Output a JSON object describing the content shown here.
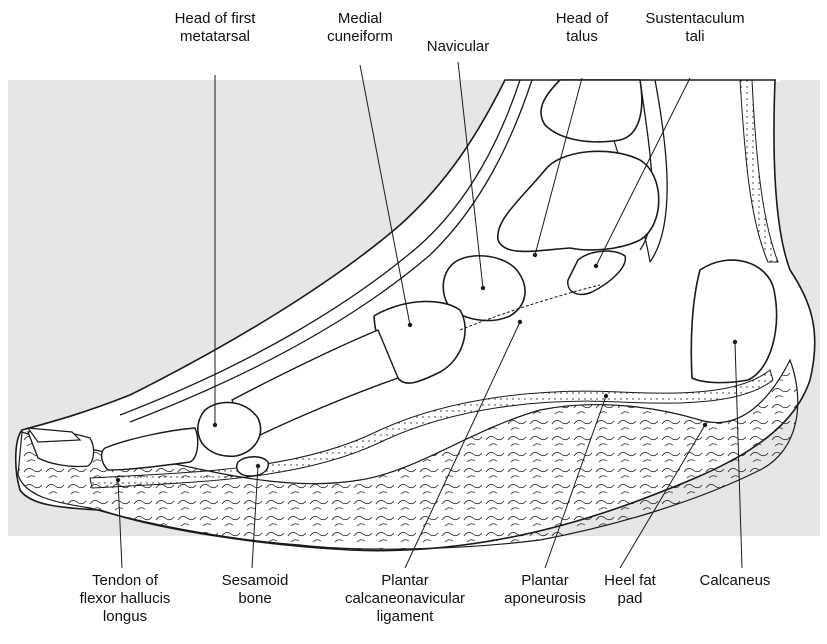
{
  "colors": {
    "background_panel": "#e6e6e6",
    "outline": "#1a1a1a",
    "leader_line": "#1a1a1a",
    "label_text": "#111111"
  },
  "labels": {
    "head_first_metatarsal": "Head of first\nmetatarsal",
    "medial_cuneiform": "Medial\ncuneiform",
    "navicular": "Navicular",
    "head_of_talus": "Head of\ntalus",
    "sustentaculum_tali": "Sustentaculum\ntali",
    "tendon_fhl": "Tendon of\nflexor hallucis\nlongus",
    "sesamoid_bone": "Sesamoid\nbone",
    "plantar_calcaneonavicular": "Plantar\ncalcaneonavicular\nligament",
    "plantar_aponeurosis": "Plantar\naponeurosis",
    "heel_fat_pad": "Heel fat\npad",
    "calcaneus": "Calcaneus"
  }
}
